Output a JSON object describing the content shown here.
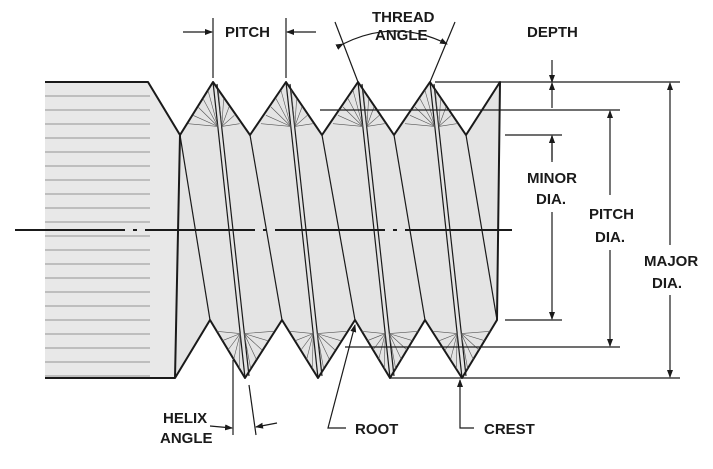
{
  "labels": {
    "pitch": "PITCH",
    "thread_angle_1": "THREAD",
    "thread_angle_2": "ANGLE",
    "depth": "DEPTH",
    "minor_dia_1": "MINOR",
    "minor_dia_2": "DIA.",
    "pitch_dia_1": "PITCH",
    "pitch_dia_2": "DIA.",
    "major_dia_1": "MAJOR",
    "major_dia_2": "DIA.",
    "helix_angle_1": "HELIX",
    "helix_angle_2": "ANGLE",
    "root": "ROOT",
    "crest": "CREST"
  },
  "colors": {
    "ink": "#1a1a1a",
    "fill": "#e4e4e4",
    "shade": "#cfcfcf"
  }
}
